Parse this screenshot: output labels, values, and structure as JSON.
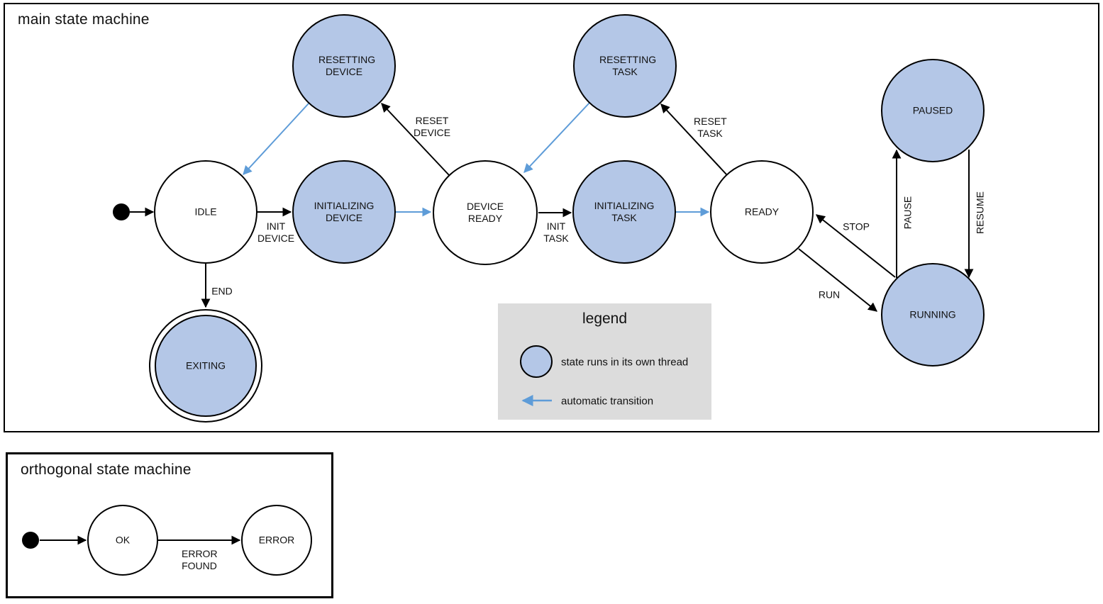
{
  "main_machine": {
    "title": "main state machine",
    "states": {
      "idle": "IDLE",
      "resetting_device": "RESETTING DEVICE",
      "initializing_device": "INITIALIZING DEVICE",
      "device_ready": "DEVICE READY",
      "resetting_task": "RESETTING TASK",
      "initializing_task": "INITIALIZING TASK",
      "ready": "READY",
      "paused": "PAUSED",
      "running": "RUNNING",
      "exiting": "EXITING"
    },
    "transitions": {
      "init_device": "INIT DEVICE",
      "reset_device": "RESET DEVICE",
      "init_task": "INIT TASK",
      "reset_task": "RESET TASK",
      "end": "END",
      "run": "RUN",
      "stop": "STOP",
      "pause": "PAUSE",
      "resume": "RESUME"
    }
  },
  "legend": {
    "title": "legend",
    "thread_item": "state runs in its own thread",
    "auto_item": "automatic transition"
  },
  "orthogonal_machine": {
    "title": "orthogonal state machine",
    "states": {
      "ok": "OK",
      "error": "ERROR"
    },
    "transitions": {
      "error_found": "ERROR FOUND"
    }
  },
  "colors": {
    "state_fill": "#b4c7e7",
    "state_stroke": "#000000",
    "auto_transition": "#5e9cd8",
    "legend_bg": "#dcdcdc"
  }
}
